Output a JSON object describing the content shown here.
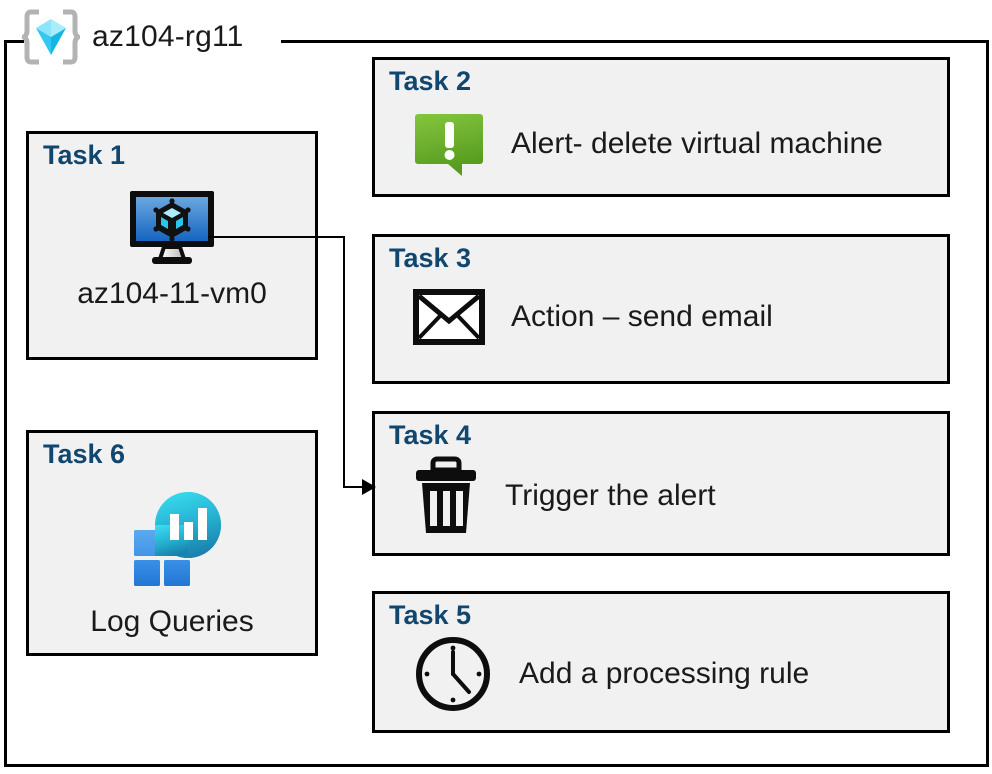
{
  "resource_group": {
    "icon": "resource-group-cube-icon",
    "name": "az104-rg11"
  },
  "colors": {
    "task_title": "#11466F",
    "card_background": "#F1F1F1",
    "card_border": "#000000",
    "alert_green_light": "#7DC142",
    "alert_green_dark": "#58981F",
    "vm_screen_light": "#6BA7E0",
    "vm_screen_dark": "#1565C0",
    "log_tile_blue": "#2E86DE",
    "log_circle_cyan": "#31CFE8",
    "log_circle_teal": "#1B87B2",
    "page_background": "#FFFFFF"
  },
  "cards": {
    "task1": {
      "title": "Task 1",
      "icon": "virtual-machine-icon",
      "caption": "az104-11-vm0"
    },
    "task2": {
      "title": "Task 2",
      "icon": "alert-exclamation-bubble-icon",
      "label": "Alert- delete virtual machine"
    },
    "task3": {
      "title": "Task 3",
      "icon": "envelope-icon",
      "label": "Action – send email"
    },
    "task4": {
      "title": "Task 4",
      "icon": "trash-can-icon",
      "label": "Trigger the alert"
    },
    "task5": {
      "title": "Task 5",
      "icon": "clock-icon",
      "label": "Add a processing rule"
    },
    "task6": {
      "title": "Task 6",
      "icon": "log-analytics-icon",
      "caption": "Log Queries"
    }
  },
  "connector": {
    "from": "task1-virtual-machine-icon",
    "to": "task4-card",
    "arrow": "arrow-head-right"
  }
}
